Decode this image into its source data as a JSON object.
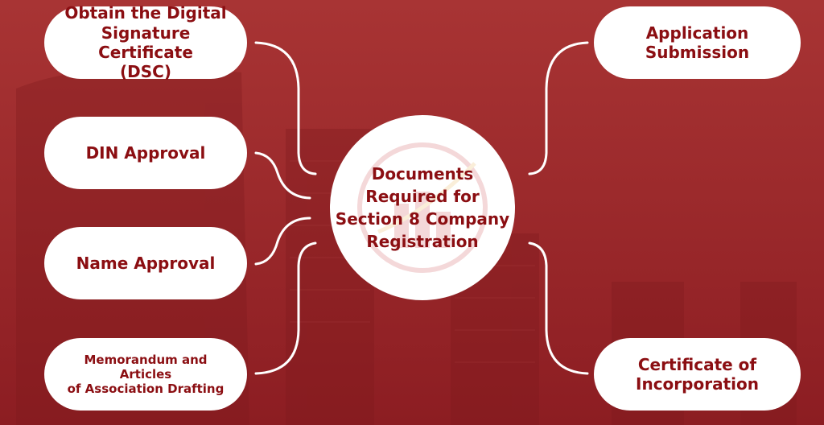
{
  "diagram": {
    "center": {
      "title": "Documents\nRequired for\nSection 8 Company\nRegistration"
    },
    "left_steps": [
      {
        "label": "Obtain the Digital\nSignature Certificate\n(DSC)"
      },
      {
        "label": "DIN Approval"
      },
      {
        "label": "Name Approval"
      },
      {
        "label": "Memorandum and\nArticles\nof Association Drafting"
      }
    ],
    "right_steps": [
      {
        "label": "Application\nSubmission"
      },
      {
        "label": "Certificate of\nIncorporation"
      }
    ]
  },
  "colors": {
    "background": "#9c2a2c",
    "text": "#8b0e12",
    "box": "#ffffff",
    "connector": "#ffffff"
  },
  "icons": {
    "center_watermark": "company-logo-watermark-icon"
  }
}
